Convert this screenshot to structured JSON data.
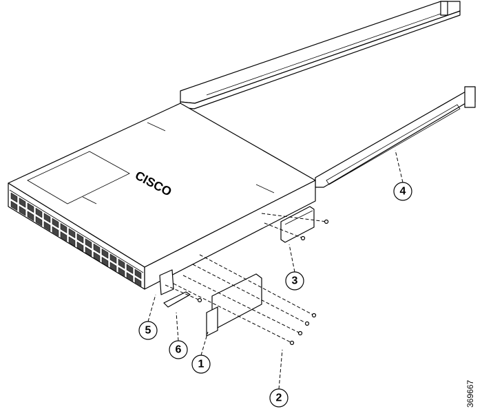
{
  "figure_id": "369667",
  "logo_text": "CISCO",
  "callouts": [
    {
      "label": "1"
    },
    {
      "label": "2"
    },
    {
      "label": "3"
    },
    {
      "label": "4"
    },
    {
      "label": "5"
    },
    {
      "label": "6"
    }
  ]
}
